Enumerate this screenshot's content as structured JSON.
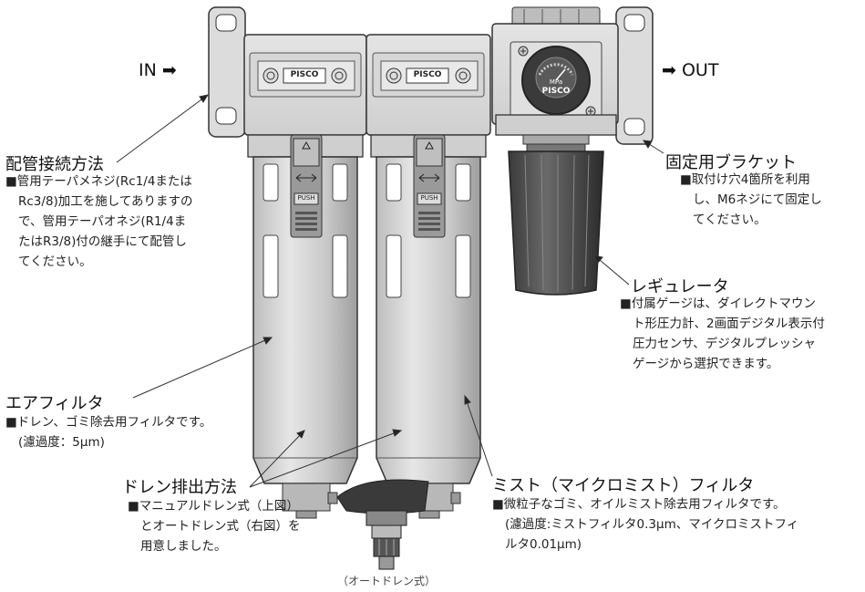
{
  "ports": {
    "in_label": "IN ➡",
    "out_label": "➡ OUT"
  },
  "brand": "PISCO",
  "gauge": {
    "unit": "MPa",
    "brand": "PISCO"
  },
  "push_label": "PUSH",
  "callouts": {
    "piping": {
      "title": "配管接続方法",
      "lines": [
        "■管用テーパメネジ(Rc1/4または",
        "Rc3/8)加工を施してありますの",
        "で、管用テーパオネジ(R1/4ま",
        "たはR3/8)付の継手にて配管し",
        "てください。"
      ]
    },
    "bracket": {
      "title": "固定用ブラケット",
      "lines": [
        "■取付け穴4箇所を利用",
        "し、M6ネジにて固定し",
        "てください。"
      ]
    },
    "regulator": {
      "title": "レギュレータ",
      "lines": [
        "■付属ゲージは、ダイレクトマウン",
        "ト形圧力計、2画面デジタル表示付",
        "圧力センサ、デジタルプレッシャ",
        "ゲージから選択できます。"
      ]
    },
    "air_filter": {
      "title": "エアフィルタ",
      "lines": [
        "■ドレン、ゴミ除去用フィルタです。",
        "(濾過度：5μm)"
      ]
    },
    "drain": {
      "title": "ドレン排出方法",
      "lines": [
        "■マニュアルドレン式（上図）",
        "とオートドレン式（右図）を",
        "用意しました。"
      ]
    },
    "mist": {
      "title": "ミスト（マイクロミスト）フィルタ",
      "lines": [
        "■微粒子なゴミ、オイルミスト除去用フィルタです。",
        "(濾過度:ミストフィルタ0.3μm、マイクロミストフィ",
        "ルタ0.01μm)"
      ]
    }
  },
  "auto_drain_caption": "（オートドレン式）"
}
